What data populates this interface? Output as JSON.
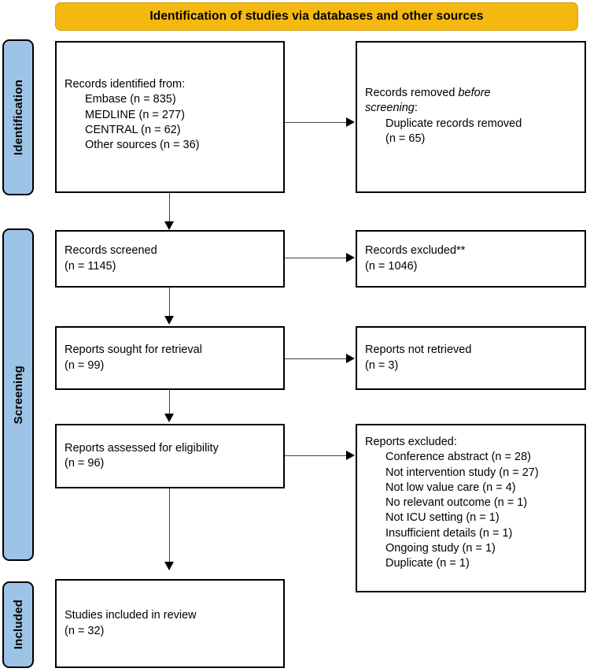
{
  "banner": {
    "title": "Identification of studies via databases and other sources"
  },
  "stages": [
    {
      "id": "identification",
      "label": "Identification"
    },
    {
      "id": "screening",
      "label": "Screening"
    },
    {
      "id": "included",
      "label": "Included"
    }
  ],
  "boxes": {
    "records_identified": {
      "heading": "Records identified from:",
      "items": [
        "Embase (n = 835)",
        "MEDLINE (n = 277)",
        "CENTRAL (n = 62)",
        "Other sources (n = 36)"
      ]
    },
    "records_removed": {
      "heading_prefix": "Records removed ",
      "heading_italic_1": "before",
      "heading_italic_2": "screening",
      "heading_suffix": ":",
      "items": [
        "Duplicate records removed",
        "(n = 65)"
      ]
    },
    "records_screened": {
      "label": "Records screened",
      "count": "(n = 1145)"
    },
    "records_excluded": {
      "label": "Records excluded**",
      "count": "(n = 1046)"
    },
    "reports_sought": {
      "label": "Reports sought for retrieval",
      "count": "(n = 99)"
    },
    "reports_not_retrieved": {
      "label": "Reports not retrieved",
      "count": "(n = 3)"
    },
    "reports_assessed": {
      "label": "Reports assessed for eligibility",
      "count": "(n = 96)"
    },
    "reports_excluded": {
      "heading": "Reports excluded:",
      "items": [
        "Conference abstract (n = 28)",
        "Not intervention study (n = 27)",
        "Not low value care (n = 4)",
        "No relevant outcome (n = 1)",
        "Not ICU setting (n = 1)",
        "Insufficient details (n = 1)",
        "Ongoing study (n = 1)",
        "Duplicate (n = 1)"
      ]
    },
    "studies_included": {
      "label": "Studies included in review",
      "count": "(n = 32)"
    }
  },
  "colors": {
    "banner_fill": "#f5b810",
    "stage_fill": "#9dc3e6",
    "box_border": "#000000",
    "connector": "#404040",
    "background": "#ffffff"
  }
}
